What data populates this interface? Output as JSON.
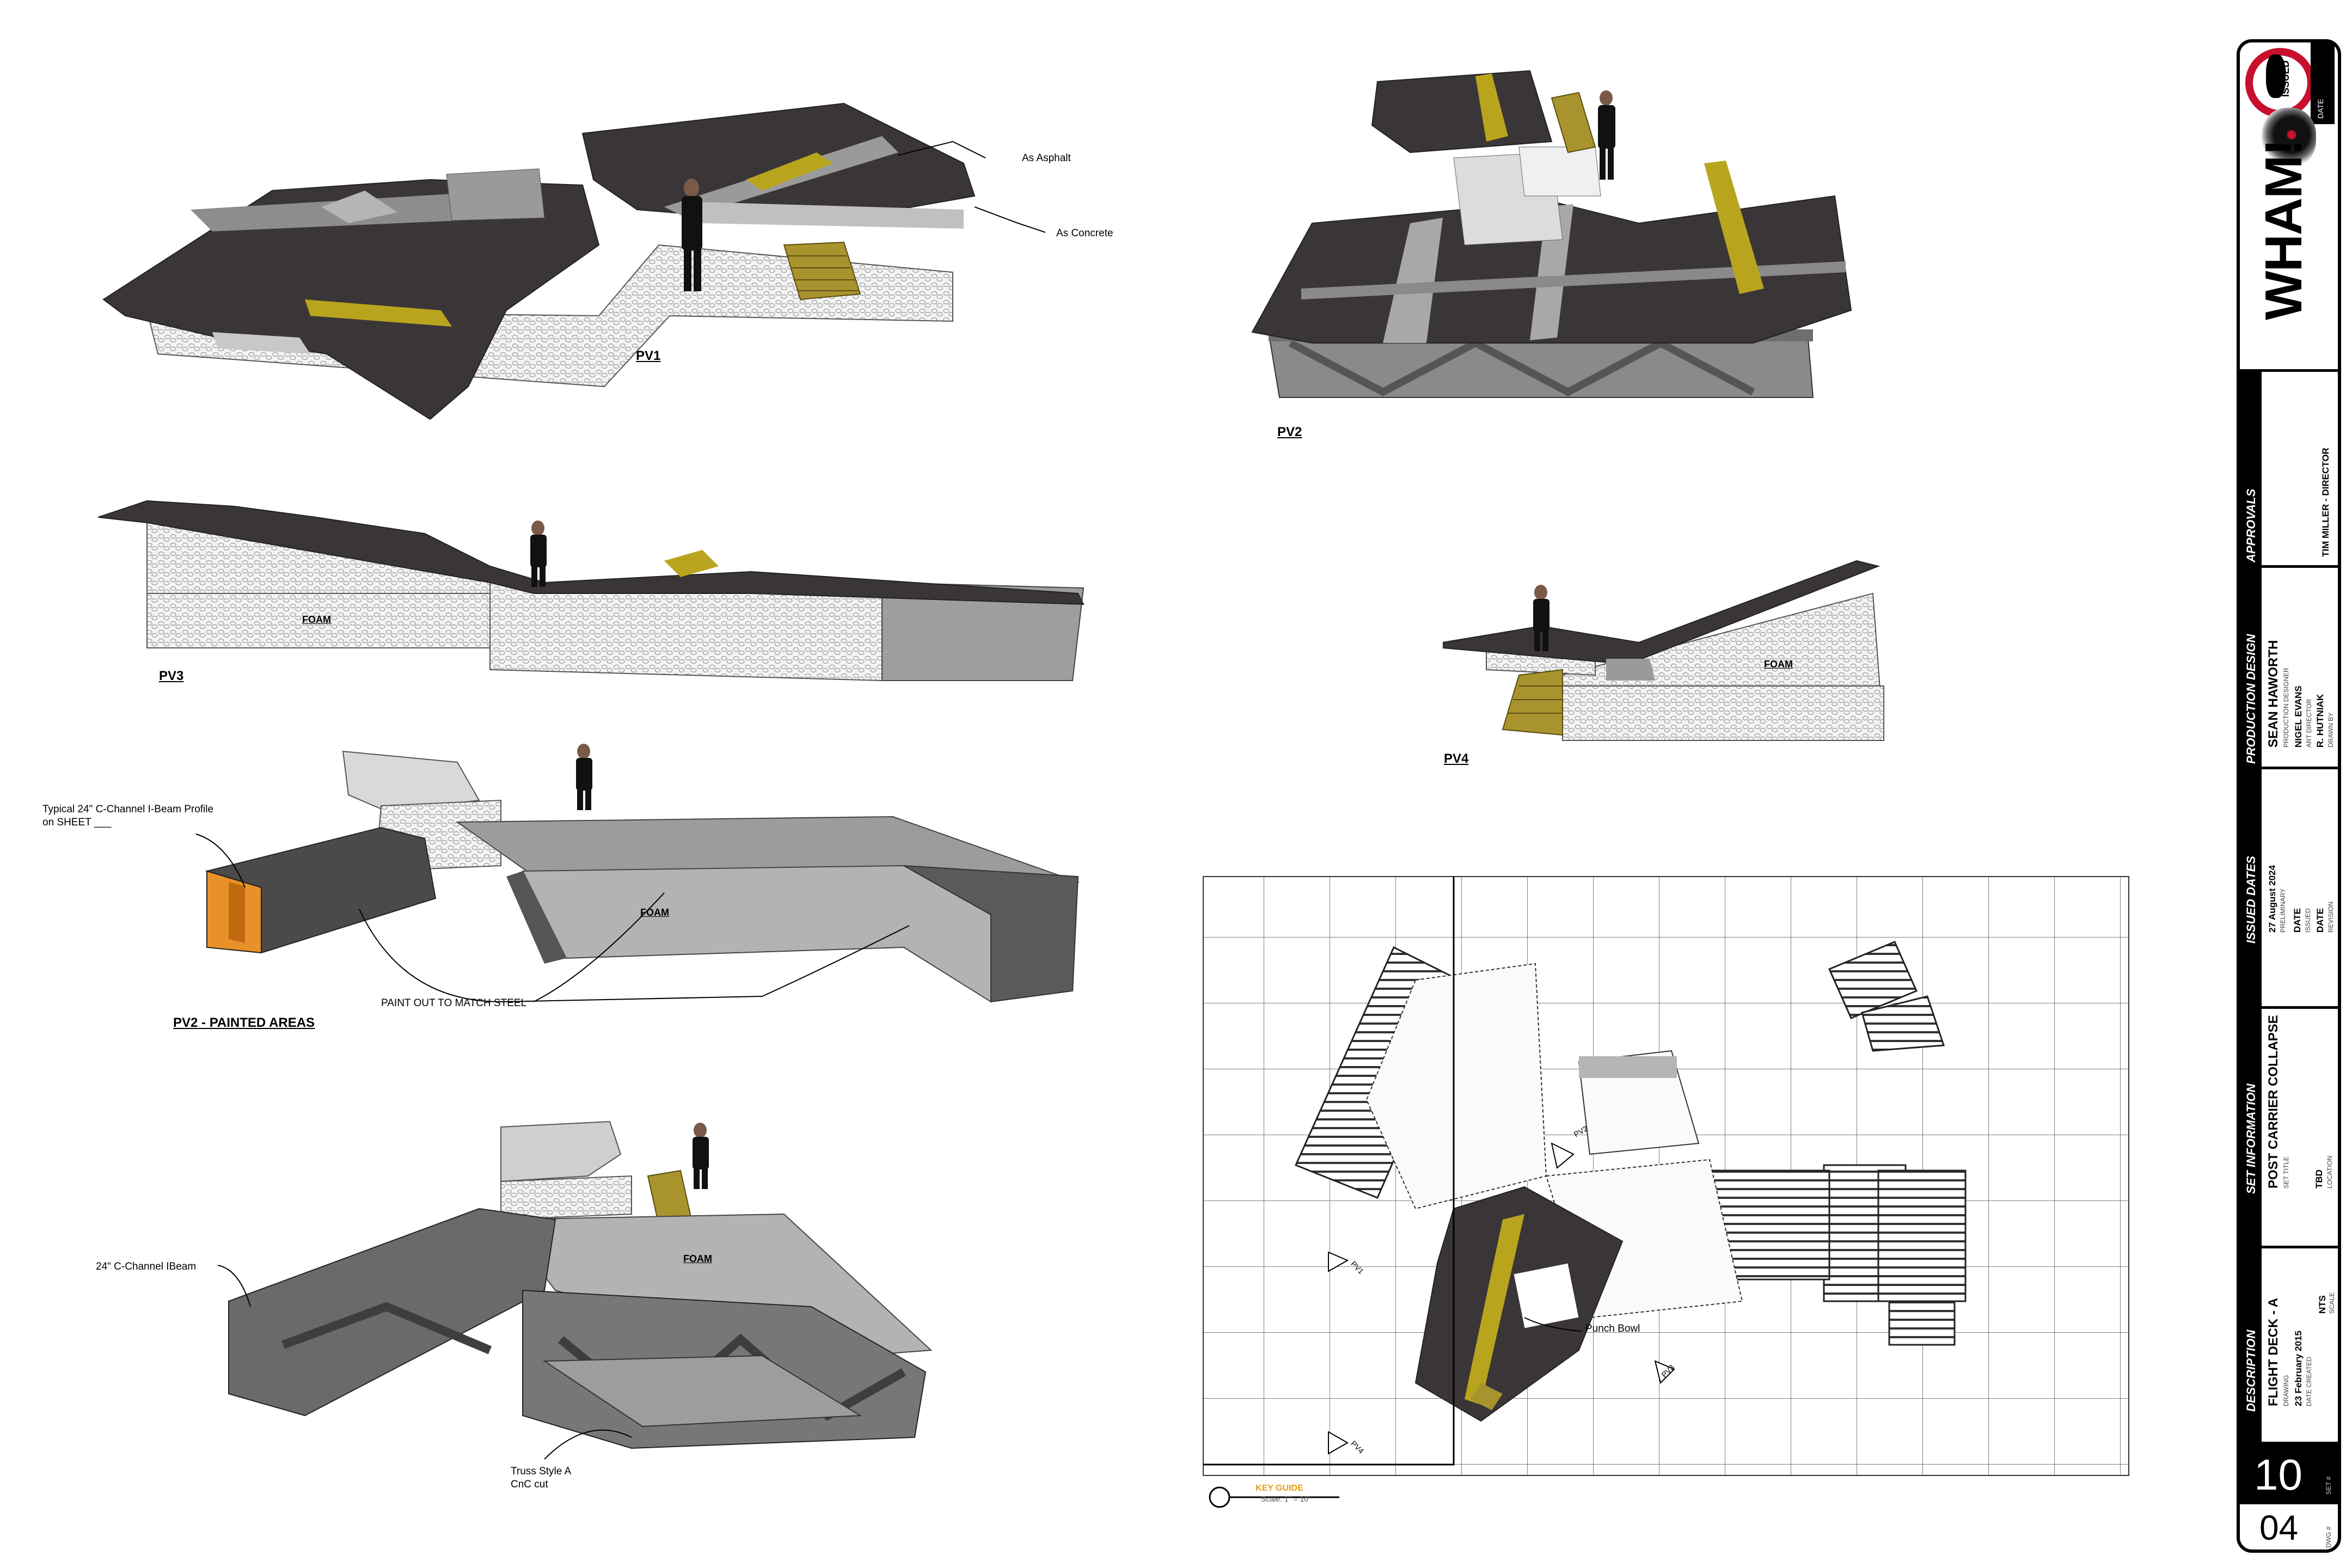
{
  "views": {
    "pv1": {
      "title": "PV1",
      "callouts": [
        "As Asphalt",
        "As Concrete"
      ]
    },
    "pv2": {
      "title": "PV2"
    },
    "pv3": {
      "title": "PV3",
      "foam": "FOAM"
    },
    "pv4": {
      "title": "PV4",
      "foam": "FOAM"
    },
    "pv2_painted": {
      "title": "PV2 - PAINTED AREAS",
      "foam": "FOAM",
      "profile_note_1": "Typical 24\" C-Channel I-Beam Profile",
      "profile_note_2": "on SHEET ___",
      "paint_note": "PAINT OUT TO MATCH STEEL"
    },
    "frame": {
      "foam": "FOAM",
      "ibeam_note": "24\" C-Channel IBeam",
      "truss_note_1": "Truss Style A",
      "truss_note_2": "CnC cut"
    }
  },
  "plan": {
    "callout": "Punch Bowl",
    "key_guide": "KEY GUIDE",
    "scale_text": "Scale: 1\" = 10'",
    "view_markers": [
      "PV1",
      "PV2",
      "PV3",
      "PV4"
    ]
  },
  "title_block": {
    "issued_stamp": "ISSUED",
    "date_label": "DATE",
    "brand": "WHAM!",
    "approvals": {
      "header": "APPROVALS",
      "name": "TIM MILLER - DIRECTOR"
    },
    "production_design": {
      "header": "PRODUCTION DESIGN",
      "designer": "SEAN HAWORTH",
      "designer_role": "PRODUCTION DESIGNER",
      "art_director": "NIGEL EVANS",
      "art_director_role": "ART DIRECTOR",
      "drafter": "R. HUTNIAK",
      "drafter_role": "DRAWN BY"
    },
    "issued_dates": {
      "header": "ISSUED DATES",
      "date1": "27 August 2024",
      "date1_label": "PRELIMINARY",
      "date2": "DATE",
      "date2_label": "ISSUED",
      "date3": "DATE",
      "date3_label": "REVISION"
    },
    "set_information": {
      "header": "SET INFORMATION",
      "set_name": "POST CARRIER COLLAPSE",
      "set_name_label": "SET TITLE",
      "location": "TBD",
      "location_label": "LOCATION"
    },
    "description": {
      "header": "DESCRIPTION",
      "drawing": "FLIGHT DECK - A",
      "drawing_label": "DRAWING",
      "created": "23 February 2015",
      "created_label": "DATE CREATED",
      "scale": "NTS",
      "scale_label": "SCALE"
    },
    "set_number": "10",
    "set_number_label": "SET #",
    "dwg_number": "04",
    "dwg_number_label": "DWG #"
  },
  "colors": {
    "asphalt": "#3a3638",
    "concrete": "#a8a8a8",
    "stripe": "#b9a41d",
    "foam": "#f2f2f2",
    "steel": "#6e6e6e",
    "orange": "#e8902a",
    "stairs": "#a8932e"
  }
}
